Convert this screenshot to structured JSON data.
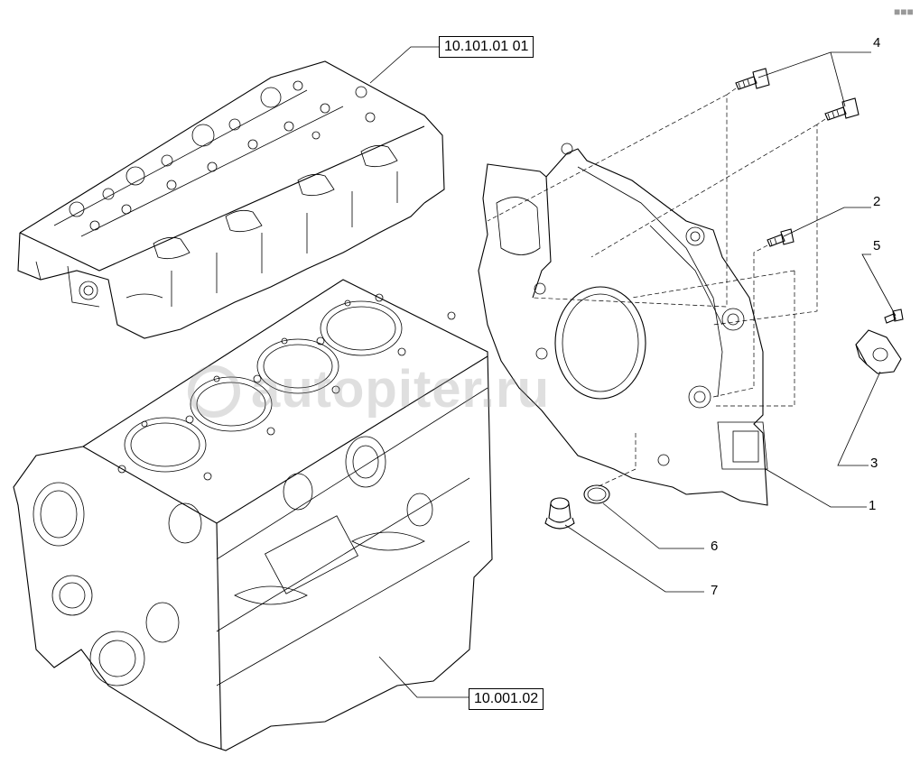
{
  "references": {
    "head": "10.101.01 01",
    "block": "10.001.02"
  },
  "callouts": {
    "c1": "1",
    "c2": "2",
    "c3": "3",
    "c4": "4",
    "c5": "5",
    "c6": "6",
    "c7": "7"
  },
  "watermark": {
    "text": "autopiter.ru"
  },
  "corner_mark": "■■■"
}
